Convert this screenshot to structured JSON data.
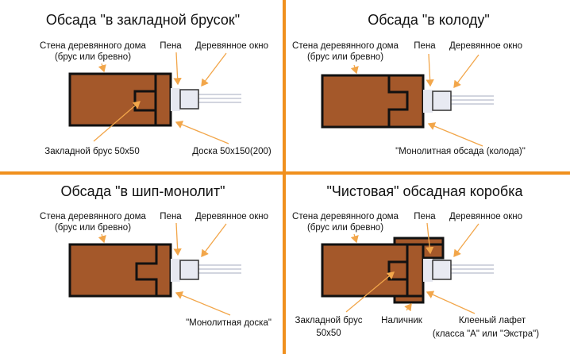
{
  "colors": {
    "divider": "#f0901e",
    "wood": "#a4582a",
    "arrow": "#f2a64a"
  },
  "panels": [
    {
      "title": "Обсада \"в закладной брусок\"",
      "wall_label_1": "Стена деревянного дома",
      "wall_label_2": "(брус или бревно)",
      "foam_label": "Пена",
      "window_label": "Деревянное окно",
      "bottom_left": "Закладной брус 50х50",
      "bottom_right": "Доска 50х150(200)"
    },
    {
      "title": "Обсада \"в колоду\"",
      "wall_label_1": "Стена деревянного дома",
      "wall_label_2": "(брус или бревно)",
      "foam_label": "Пена",
      "window_label": "Деревянное окно",
      "bottom_right": "\"Монолитная обсада (колода)\""
    },
    {
      "title": "Обсада \"в шип-монолит\"",
      "wall_label_1": "Стена деревянного дома",
      "wall_label_2": "(брус или бревно)",
      "foam_label": "Пена",
      "window_label": "Деревянное окно",
      "bottom_right": "\"Монолитная доска\""
    },
    {
      "title": "\"Чистовая\" обсадная коробка",
      "wall_label_1": "Стена деревянного дома",
      "wall_label_2": "(брус или бревно)",
      "foam_label": "Пена",
      "window_label": "Деревянное окно",
      "bottom_left_1": "Закладной брус",
      "bottom_left_2": "50х50",
      "bottom_mid": "Наличник",
      "bottom_right_1": "Клееный лафет",
      "bottom_right_2": "(класса \"А\" или \"Экстра\")"
    }
  ]
}
